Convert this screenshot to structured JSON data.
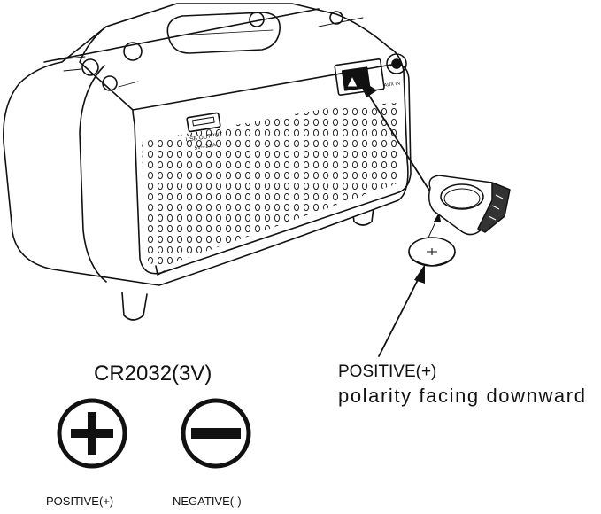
{
  "labels": {
    "battery_model": "CR2032(3V)",
    "positive_pointer": "POSITIVE(+)",
    "polarity_note": "polarity facing downward",
    "positive_symbol": "POSITIVE(+)",
    "negative_symbol": "NEGATIVE(-)"
  },
  "device_labels": {
    "usb_output": "USB OUTPUT",
    "usb_rating": "5V⎓1.5A",
    "aux_in": "AUX IN"
  },
  "icons": {
    "positive": "plus-in-circle-icon",
    "negative": "minus-in-circle-icon",
    "battery": "coin-cell-icon"
  }
}
